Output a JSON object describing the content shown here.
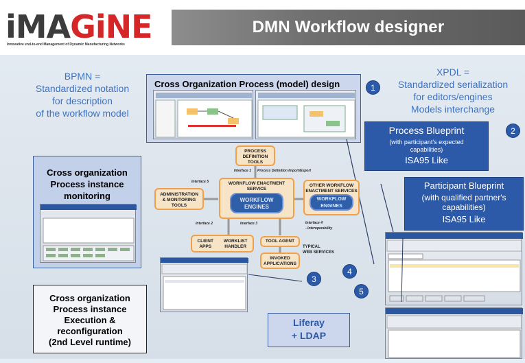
{
  "header": {
    "title": "DMN Workflow designer",
    "logo_text_a": "iMA",
    "logo_text_b": "GiNE",
    "logo_subtitle": "Innovative end-to-end Management of Dynamic Manufacturing Networks"
  },
  "left": {
    "bpmn_lines": [
      "BPMN =",
      "Standardized notation",
      "for description",
      "of the workflow model"
    ],
    "monitoring_lines": [
      "Cross organization",
      "Process instance",
      "monitoring"
    ],
    "execution_lines": [
      "Cross organization",
      "Process instance",
      "Execution &",
      "reconfiguration",
      "(2nd Level runtime)"
    ]
  },
  "right": {
    "xpdl_lines": [
      "XPDL =",
      "Standardized serialization",
      "for editors/engines",
      "Models interchange"
    ],
    "process_blueprint": {
      "title": "Process Blueprint",
      "sub": [
        "(with participant's expected",
        "capabilities)"
      ],
      "footer": "ISA95 Like"
    },
    "participant_blueprint": {
      "title": "Participant Blueprint",
      "sub": [
        "(with qualified partner's",
        "capabilities)"
      ],
      "footer": "ISA95 Like"
    }
  },
  "center": {
    "design_title": "Cross Organization Process (model) design",
    "liferay_lines": [
      "Liferay",
      "+ LDAP"
    ]
  },
  "numbers": [
    "1",
    "2",
    "3",
    "4",
    "5"
  ],
  "wfmc": {
    "definition_tools": [
      "PROCESS",
      "DEFINITION",
      "TOOLS"
    ],
    "interface1": "Interface 1",
    "interface1_note": "Process Definition Import/Export",
    "interface5": "Interface 5",
    "admin_tools": [
      "ADMINISTRATION",
      "& MONITORING",
      "TOOLS"
    ],
    "enactment_service": [
      "WORKFLOW ENACTMENT",
      "SERVICE"
    ],
    "engines": [
      "WORKFLOW",
      "ENGINES"
    ],
    "other_services": [
      "OTHER WORKFLOW",
      "ENACTMENT SERVICES"
    ],
    "other_engines": [
      "WORKFLOW",
      "ENGINES"
    ],
    "interface2": "Interface 2",
    "interface3": "Interface 3",
    "interface4": "Interface 4",
    "interface4_note": "- Interoperability",
    "client_apps": [
      "CLIENT",
      "APPS"
    ],
    "worklist": [
      "WORKLIST",
      "HANDLER"
    ],
    "tool_agent": "TOOL AGENT",
    "invoked": [
      "INVOKED",
      "APPLICATIONS"
    ],
    "web_services": [
      "TYPICAL",
      "WEB SERVICES"
    ]
  }
}
